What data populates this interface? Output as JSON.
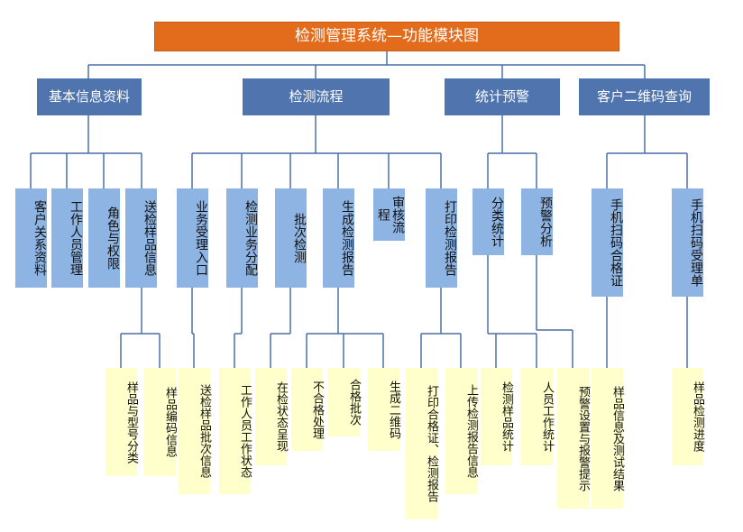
{
  "root": "检测管理系统—功能模块图",
  "modules": [
    {
      "label": "基本信息资料",
      "children": [
        {
          "label": "客户关系资料",
          "children": []
        },
        {
          "label": "工作人员管理",
          "children": []
        },
        {
          "label": "角色与权限",
          "children": []
        },
        {
          "label": "送检样品信息",
          "children": [
            "样品与型号分类",
            "样品编码信息"
          ]
        }
      ]
    },
    {
      "label": "检测流程",
      "children": [
        {
          "label": "业务受理入口",
          "children": [
            "送检样品批次信息"
          ]
        },
        {
          "label": "检测业务分配",
          "children": [
            "工作人员工作状态"
          ]
        },
        {
          "label": "批次检测",
          "children": [
            "在检状态呈现"
          ]
        },
        {
          "label": "生成检测报告",
          "children": [
            "不合格处理",
            "合格批次",
            "生成二维码"
          ]
        },
        {
          "label": "审核流程",
          "children": []
        },
        {
          "label": "打印检测报告",
          "children": [
            "打印合格证、检测报告",
            "上传检测报告信息"
          ]
        }
      ]
    },
    {
      "label": "统计预警",
      "children": [
        {
          "label": "分类统计",
          "children": [
            "检测样品统计",
            "人员工作统计"
          ]
        },
        {
          "label": "预警分析",
          "children": [
            "预警设置与报警提示"
          ]
        }
      ]
    },
    {
      "label": "客户二维码查询",
      "children": [
        {
          "label": "手机扫码合格证",
          "children": [
            "样品信息及测试结果"
          ]
        },
        {
          "label": "手机扫码受理单",
          "children": [
            "样品检测进度"
          ]
        }
      ]
    }
  ]
}
